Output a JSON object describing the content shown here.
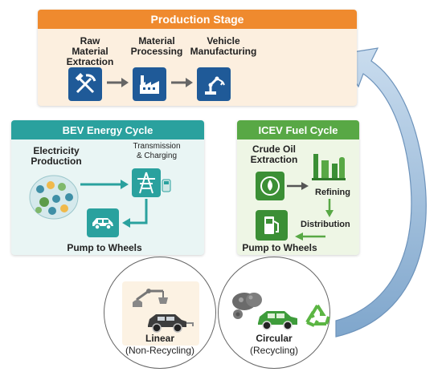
{
  "production": {
    "title": "Production Stage",
    "steps": [
      {
        "line1": "Raw",
        "line2": "Material",
        "line3": "Extraction",
        "icon": "pickaxe-hammer-icon"
      },
      {
        "line1": "Material",
        "line2": "Processing",
        "icon": "factory-icon"
      },
      {
        "line1": "Vehicle",
        "line2": "Manufacturing",
        "icon": "robot-arm-icon"
      }
    ]
  },
  "bev": {
    "title": "BEV Energy Cycle",
    "electricity_line1": "Electricity",
    "electricity_line2": "Production",
    "transmission_line1": "Transmission",
    "transmission_line2": "& Charging",
    "pump_to_wheels": "Pump to Wheels"
  },
  "icev": {
    "title": "ICEV Fuel Cycle",
    "crude_line1": "Crude Oil",
    "crude_line2": "Extraction",
    "refining": "Refining",
    "distribution": "Distribution",
    "pump_to_wheels": "Pump to Wheels"
  },
  "end_of_life": {
    "linear_title": "Linear",
    "linear_sub": "(Non-Recycling)",
    "circular_title": "Circular",
    "circular_sub": "(Recycling)"
  },
  "colors": {
    "orange": "#ef8a2e",
    "navy": "#1f5a98",
    "teal": "#2aa19e",
    "green": "#58a845",
    "arrow_blue": "#8fb3d6"
  }
}
